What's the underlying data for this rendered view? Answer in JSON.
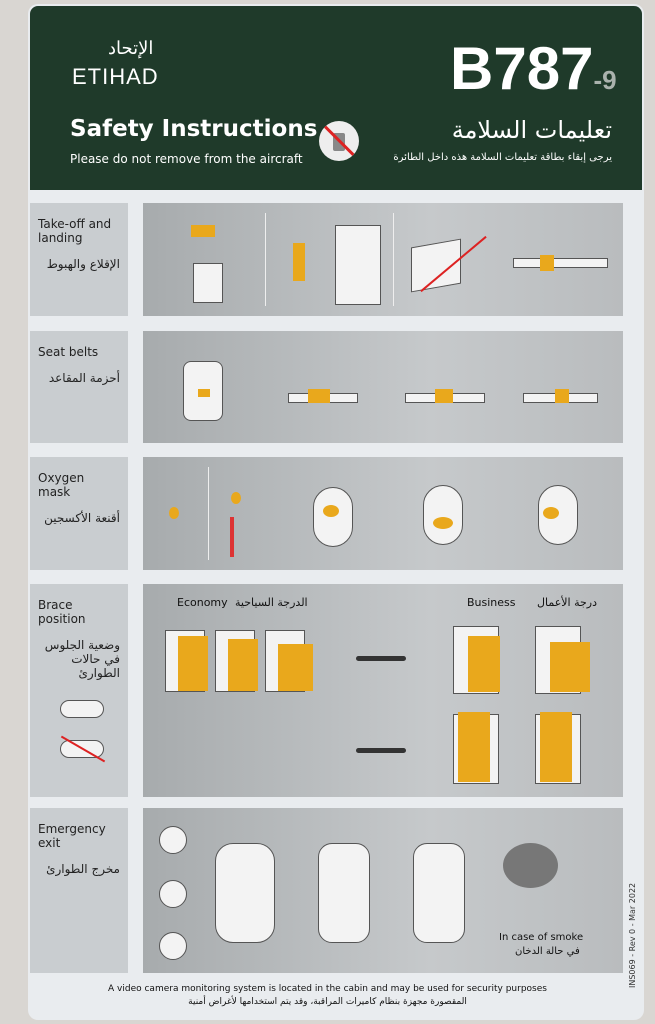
{
  "header": {
    "logo_arabic": "الإتحاد",
    "logo": "ETIHAD",
    "model": "B787",
    "model_variant": "-9",
    "title_en": "Safety Instructions",
    "subtitle_en": "Please do not remove from the aircraft",
    "title_ar": "تعليمات السلامة",
    "subtitle_ar": "يرجى إبقاء بطاقة تعليمات السلامة هذه داخل الطائرة",
    "no_remove_icon": "no-remove-card-icon"
  },
  "sections": [
    {
      "en": "Take-off and landing",
      "ar": "الإقلاع والهبوط"
    },
    {
      "en": "Seat belts",
      "ar": "أحزمة المقاعد"
    },
    {
      "en": "Oxygen mask",
      "ar": "أقنعة الأكسجين"
    },
    {
      "en": "Brace position",
      "ar": "وضعية الجلوس في حالات الطوارئ"
    },
    {
      "en": "Emergency exit",
      "ar": "مخرج الطوارئ"
    }
  ],
  "brace": {
    "economy_en": "Economy",
    "economy_ar": "الدرجة السياحية",
    "business_en": "Business",
    "business_ar": "درجة الأعمال"
  },
  "exit": {
    "smoke_en": "In case of smoke",
    "smoke_ar": "في حالة الدخان"
  },
  "footer": {
    "en": "A video camera monitoring system is located in the cabin and may be used for security purposes",
    "ar": "المقصورة مجهزة بنظام كاميرات المراقبة، وقد يتم استخدامها لأغراض أمنية",
    "version": "INS069 - Rev 0 - Mar 2022"
  },
  "colors": {
    "header": "#1f3a2a",
    "accent": "#e9a81c",
    "panel": "#b4b8ba"
  }
}
